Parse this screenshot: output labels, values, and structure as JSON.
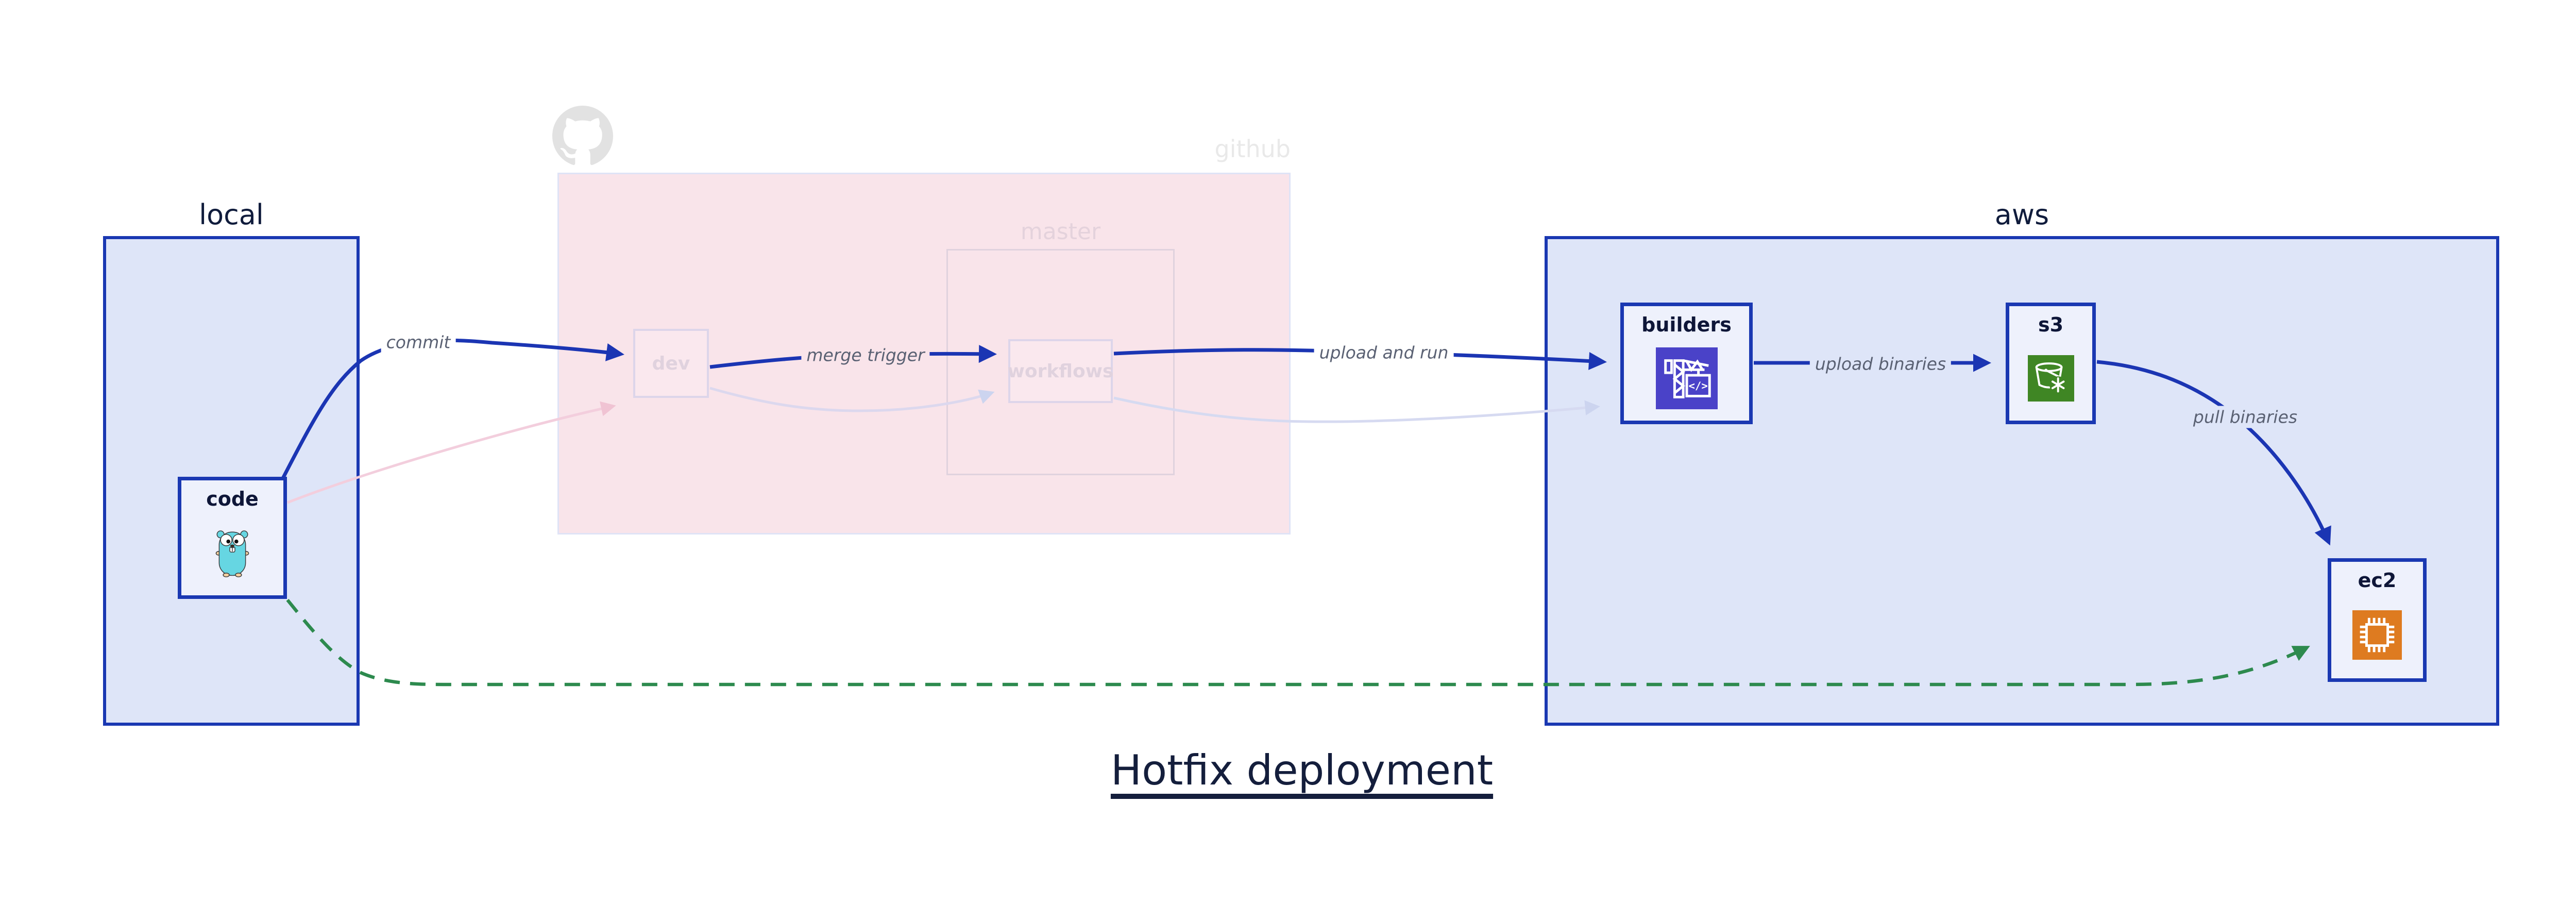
{
  "title": {
    "text": "Hotfix deployment"
  },
  "containers": {
    "local": {
      "label": "local"
    },
    "github": {
      "label": "github"
    },
    "master": {
      "label": "master"
    },
    "aws": {
      "label": "aws"
    }
  },
  "nodes": {
    "code": {
      "label": "code",
      "icon": "go-gopher-icon"
    },
    "dev": {
      "label": "dev"
    },
    "workflows": {
      "label": "workflows"
    },
    "builders": {
      "label": "builders",
      "icon": "codebuild-crane-icon"
    },
    "s3": {
      "label": "s3",
      "icon": "s3-glacier-bucket-icon"
    },
    "ec2": {
      "label": "ec2",
      "icon": "ec2-chip-icon"
    }
  },
  "edges": {
    "commit": {
      "label": "commit",
      "style": "solid-blue"
    },
    "merge_trigger": {
      "label": "merge trigger",
      "style": "solid-blue"
    },
    "upload_and_run": {
      "label": "upload and run",
      "style": "solid-blue"
    },
    "upload_binaries": {
      "label": "upload binaries",
      "style": "solid-blue"
    },
    "pull_binaries": {
      "label": "pull binaries",
      "style": "solid-blue"
    },
    "hotfix_path": {
      "label": "",
      "style": "dashed-green"
    }
  },
  "colors": {
    "edge_blue": "#1b35b3",
    "edge_green": "#2d8a4e",
    "edge_faded_pink": "#f3cedd",
    "edge_faded_lavender": "#d6daf1",
    "container_border_blue": "#1a38b2",
    "container_fill_blue": "#dee5f8",
    "node_fill": "#eef1fc",
    "github_fill": "#f9e4ea",
    "codebuild_purple": "#4a42c8",
    "s3_green": "#3f8624",
    "ec2_orange": "#de7b20",
    "gopher_teal": "#66d6e2",
    "octocat_gray": "#e2e2e2"
  }
}
